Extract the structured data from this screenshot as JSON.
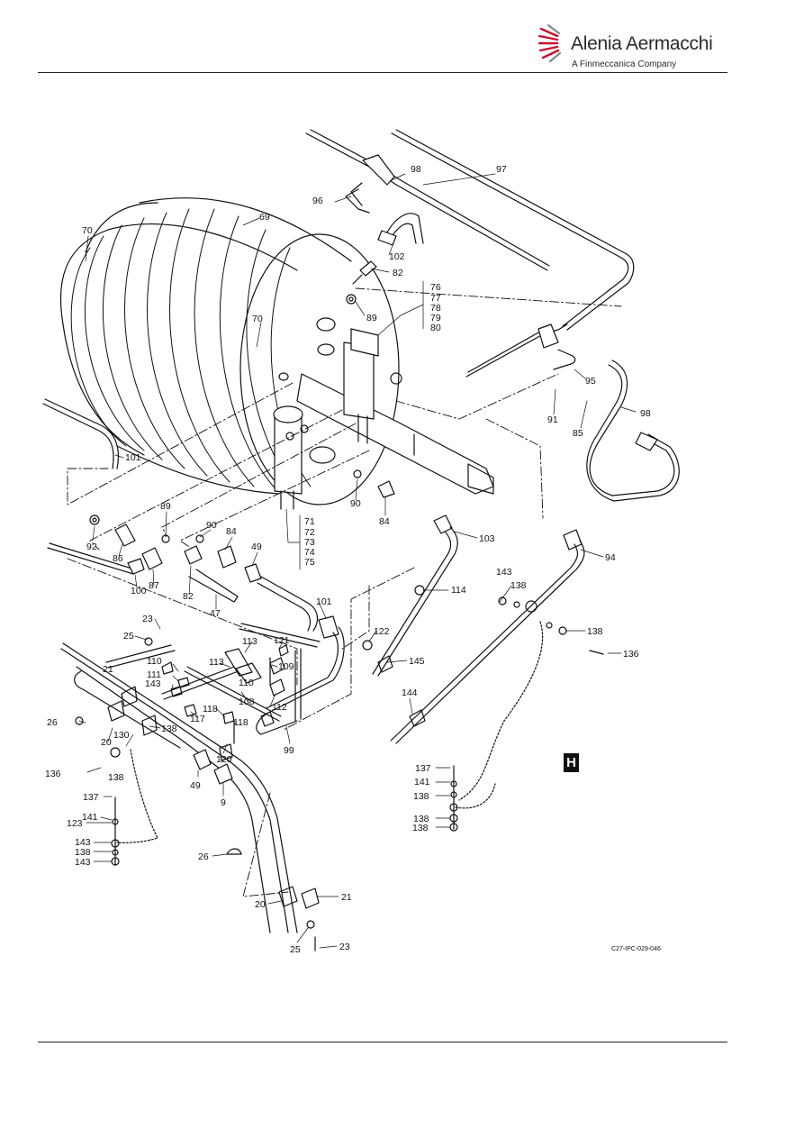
{
  "header": {
    "brand_name": "Alenia Aermacchi",
    "brand_sub": "A Finmeccanica Company",
    "logo_color": "#c8102e"
  },
  "figure": {
    "reference": "C27-IPC-029-046",
    "view_marker": "H",
    "callouts": [
      "97",
      "98",
      "96",
      "69",
      "70",
      "102",
      "82",
      "76",
      "77",
      "78",
      "79",
      "80",
      "89",
      "70",
      "95",
      "91",
      "98",
      "85",
      "101",
      "90",
      "84",
      "71",
      "72",
      "73",
      "74",
      "75",
      "92",
      "89",
      "90",
      "84",
      "49",
      "86",
      "87",
      "82",
      "100",
      "47",
      "103",
      "94",
      "143",
      "138",
      "101",
      "114",
      "138",
      "23",
      "25",
      "113",
      "121",
      "122",
      "136",
      "110",
      "21",
      "111",
      "113",
      "109",
      "143",
      "110",
      "145",
      "26",
      "138",
      "117",
      "118",
      "108",
      "112",
      "118",
      "144",
      "130",
      "20",
      "120",
      "99",
      "137",
      "136",
      "138",
      "49",
      "9",
      "141",
      "137",
      "138",
      "141",
      "138",
      "123",
      "138",
      "143",
      "138",
      "143",
      "26",
      "20",
      "21",
      "25",
      "23"
    ]
  }
}
